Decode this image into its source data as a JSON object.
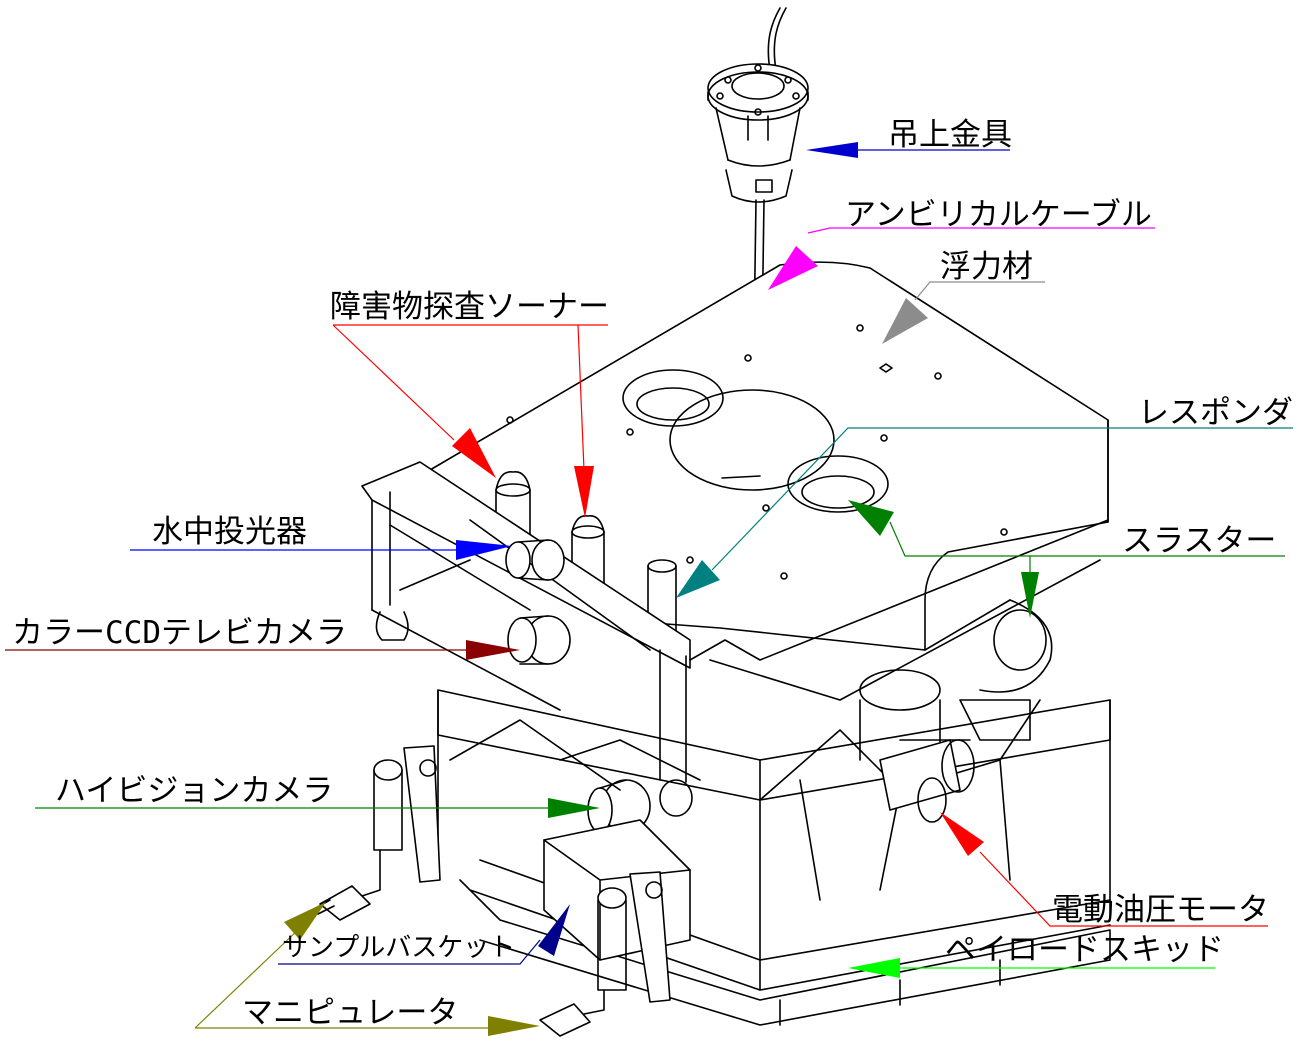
{
  "labels": {
    "lifting_bracket": "吊上金具",
    "umbilical_cable": "アンビリカルケーブル",
    "buoyancy_material": "浮力材",
    "obstacle_sonar": "障害物探査ソーナー",
    "transponder": "レスポンダ",
    "underwater_light": "水中投光器",
    "thruster": "スラスター",
    "ccd_camera": "カラーCCDテレビカメラ",
    "hdtv_camera": "ハイビジョンカメラ",
    "sample_basket": "サンプルバスケット",
    "hydraulic_motor": "電動油圧モータ",
    "payload_skid": "ペイロードスキッド",
    "manipulator": "マニピュレータ"
  },
  "colors": {
    "lifting_bracket": "#0000cc",
    "umbilical_cable": "#ff00ff",
    "buoyancy_material": "#8c8c8c",
    "obstacle_sonar": "#ff0000",
    "transponder": "#008080",
    "underwater_light": "#0000ff",
    "thruster": "#008000",
    "ccd_camera": "#8b0000",
    "hdtv_camera": "#008000",
    "sample_basket": "#00008b",
    "hydraulic_motor": "#ff0000",
    "payload_skid": "#00ff00",
    "manipulator": "#808000"
  }
}
